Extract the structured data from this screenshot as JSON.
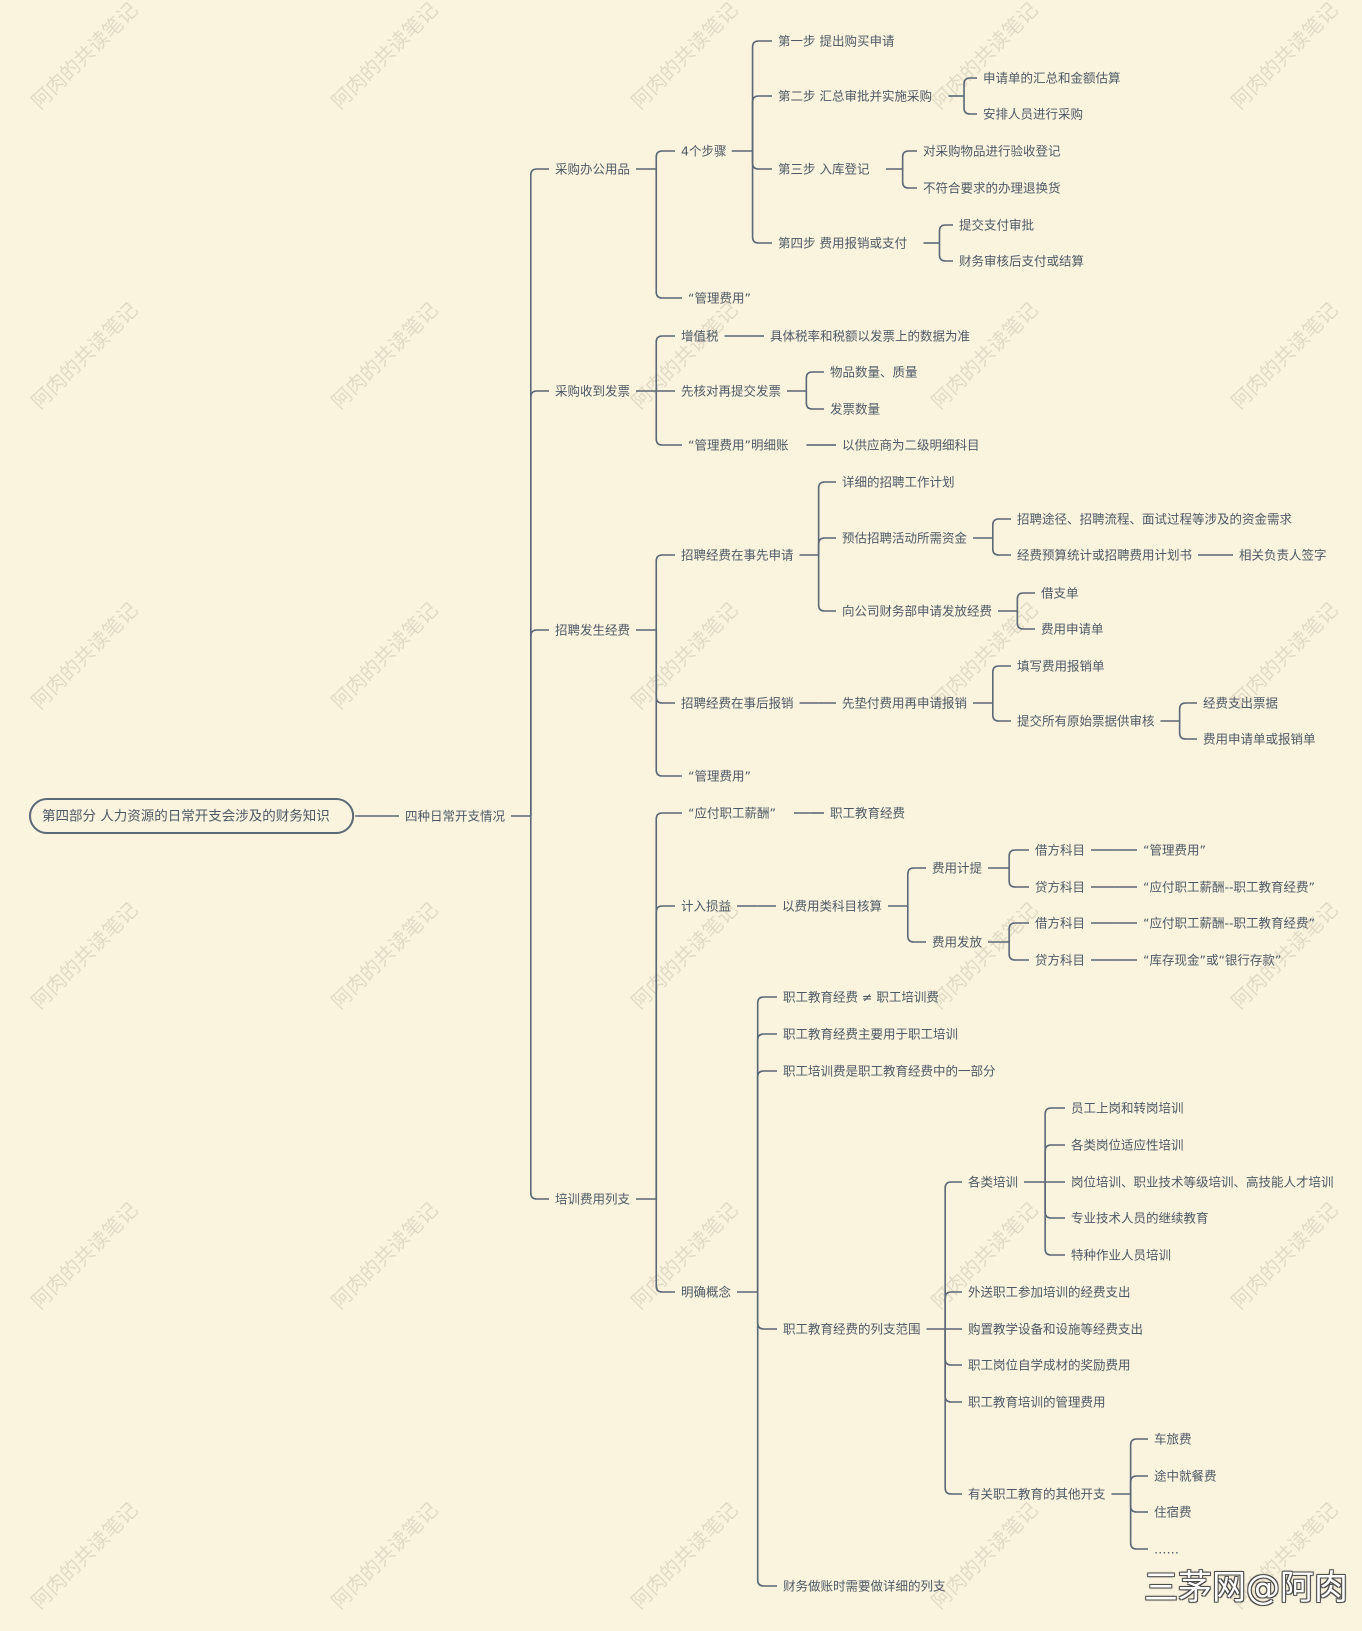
{
  "watermark": "阿肉的共读笔记",
  "brand": "三茅网@阿肉",
  "root": {
    "id": "root",
    "label": "第四部分  人力资源的日常开支会涉及的财务知识",
    "children": [
      {
        "id": "four-kinds",
        "label": "四种日常开支情况",
        "children": [
          {
            "id": "purchase-supplies",
            "label": "采购办公用品",
            "children": [
              {
                "id": "four-steps",
                "label": "4个步骤",
                "children": [
                  {
                    "id": "step1",
                    "label": "第一步  提出购买申请"
                  },
                  {
                    "id": "step2",
                    "label": "第二步  汇总审批并实施采购",
                    "children": [
                      {
                        "id": "step2-a",
                        "label": "申请单的汇总和金额估算"
                      },
                      {
                        "id": "step2-b",
                        "label": "安排人员进行采购"
                      }
                    ]
                  },
                  {
                    "id": "step3",
                    "label": "第三步  入库登记",
                    "children": [
                      {
                        "id": "step3-a",
                        "label": "对采购物品进行验收登记"
                      },
                      {
                        "id": "step3-b",
                        "label": "不符合要求的办理退换货"
                      }
                    ]
                  },
                  {
                    "id": "step4",
                    "label": "第四步  费用报销或支付",
                    "children": [
                      {
                        "id": "step4-a",
                        "label": "提交支付审批"
                      },
                      {
                        "id": "step4-b",
                        "label": "财务审核后支付或结算"
                      }
                    ]
                  }
                ]
              },
              {
                "id": "mgmt-fee-1",
                "label": "“管理费用”"
              }
            ]
          },
          {
            "id": "purchase-invoice",
            "label": "采购收到发票",
            "children": [
              {
                "id": "vat",
                "label": "增值税",
                "children": [
                  {
                    "id": "vat-a",
                    "label": "具体税率和税额以发票上的数据为准"
                  }
                ]
              },
              {
                "id": "check-invoice",
                "label": "先核对再提交发票",
                "children": [
                  {
                    "id": "check-a",
                    "label": "物品数量、质量"
                  },
                  {
                    "id": "check-b",
                    "label": "发票数量"
                  }
                ]
              },
              {
                "id": "mgmt-detail",
                "label": "“管理费用”明细账",
                "children": [
                  {
                    "id": "mgmt-detail-a",
                    "label": "以供应商为二级明细科目"
                  }
                ]
              }
            ]
          },
          {
            "id": "recruit-fee",
            "label": "招聘发生经费",
            "children": [
              {
                "id": "recruit-pre",
                "label": "招聘经费在事先申请",
                "children": [
                  {
                    "id": "recruit-plan",
                    "label": "详细的招聘工作计划"
                  },
                  {
                    "id": "recruit-budget",
                    "label": "预估招聘活动所需资金",
                    "children": [
                      {
                        "id": "budget-a",
                        "label": "招聘途径、招聘流程、面试过程等涉及的资金需求"
                      },
                      {
                        "id": "budget-b",
                        "label": "经费预算统计或招聘费用计划书",
                        "children": [
                          {
                            "id": "budget-b-sign",
                            "label": "相关负责人签字"
                          }
                        ]
                      }
                    ]
                  },
                  {
                    "id": "recruit-apply",
                    "label": "向公司财务部申请发放经费",
                    "children": [
                      {
                        "id": "apply-a",
                        "label": "借支单"
                      },
                      {
                        "id": "apply-b",
                        "label": "费用申请单"
                      }
                    ]
                  }
                ]
              },
              {
                "id": "recruit-post",
                "label": "招聘经费在事后报销",
                "children": [
                  {
                    "id": "advance-pay",
                    "label": "先垫付费用再申请报销",
                    "children": [
                      {
                        "id": "advance-a",
                        "label": "填写费用报销单"
                      },
                      {
                        "id": "advance-b",
                        "label": "提交所有原始票据供审核",
                        "children": [
                          {
                            "id": "advance-b1",
                            "label": "经费支出票据"
                          },
                          {
                            "id": "advance-b2",
                            "label": "费用申请单或报销单"
                          }
                        ]
                      }
                    ]
                  }
                ]
              },
              {
                "id": "mgmt-fee-2",
                "label": "“管理费用”"
              }
            ]
          },
          {
            "id": "training-fee",
            "label": "培训费用列支",
            "children": [
              {
                "id": "payable-salary",
                "label": "“应付职工薪酬”",
                "children": [
                  {
                    "id": "edu-fund",
                    "label": "职工教育经费"
                  }
                ]
              },
              {
                "id": "profit-loss",
                "label": "计入损益",
                "children": [
                  {
                    "id": "expense-account",
                    "label": "以费用类科目核算",
                    "children": [
                      {
                        "id": "accrual",
                        "label": "费用计提",
                        "children": [
                          {
                            "id": "accrual-debit",
                            "label": "借方科目",
                            "children": [
                              {
                                "id": "accrual-debit-v",
                                "label": "“管理费用”"
                              }
                            ]
                          },
                          {
                            "id": "accrual-credit",
                            "label": "贷方科目",
                            "children": [
                              {
                                "id": "accrual-credit-v",
                                "label": "“应付职工薪酬--职工教育经费”"
                              }
                            ]
                          }
                        ]
                      },
                      {
                        "id": "payout",
                        "label": "费用发放",
                        "children": [
                          {
                            "id": "payout-debit",
                            "label": "借方科目",
                            "children": [
                              {
                                "id": "payout-debit-v",
                                "label": "“应付职工薪酬--职工教育经费”"
                              }
                            ]
                          },
                          {
                            "id": "payout-credit",
                            "label": "贷方科目",
                            "children": [
                              {
                                "id": "payout-credit-v",
                                "label": "“库存现金”或“银行存款”"
                              }
                            ]
                          }
                        ]
                      }
                    ]
                  }
                ]
              },
              {
                "id": "clarify",
                "label": "明确概念",
                "children": [
                  {
                    "id": "concept-1",
                    "label": "职工教育经费 ≠ 职工培训费"
                  },
                  {
                    "id": "concept-2",
                    "label": "职工教育经费主要用于职工培训"
                  },
                  {
                    "id": "concept-3",
                    "label": "职工培训费是职工教育经费中的一部分"
                  },
                  {
                    "id": "scope",
                    "label": "职工教育经费的列支范围",
                    "children": [
                      {
                        "id": "training-kinds",
                        "label": "各类培训",
                        "children": [
                          {
                            "id": "tk-1",
                            "label": "员工上岗和转岗培训"
                          },
                          {
                            "id": "tk-2",
                            "label": "各类岗位适应性培训"
                          },
                          {
                            "id": "tk-3",
                            "label": "岗位培训、职业技术等级培训、高技能人才培训"
                          },
                          {
                            "id": "tk-4",
                            "label": "专业技术人员的继续教育"
                          },
                          {
                            "id": "tk-5",
                            "label": "特种作业人员培训"
                          }
                        ]
                      },
                      {
                        "id": "scope-2",
                        "label": "外送职工参加培训的经费支出"
                      },
                      {
                        "id": "scope-3",
                        "label": "购置教学设备和设施等经费支出"
                      },
                      {
                        "id": "scope-4",
                        "label": "职工岗位自学成材的奖励费用"
                      },
                      {
                        "id": "scope-5",
                        "label": "职工教育培训的管理费用"
                      },
                      {
                        "id": "scope-6",
                        "label": "有关职工教育的其他开支",
                        "children": [
                          {
                            "id": "other-1",
                            "label": "车旅费"
                          },
                          {
                            "id": "other-2",
                            "label": "途中就餐费"
                          },
                          {
                            "id": "other-3",
                            "label": "住宿费"
                          },
                          {
                            "id": "other-4",
                            "label": "……"
                          }
                        ]
                      }
                    ]
                  },
                  {
                    "id": "concept-last",
                    "label": "财务做账时需要做详细的列支"
                  }
                ]
              }
            ]
          }
        ]
      }
    ]
  }
}
